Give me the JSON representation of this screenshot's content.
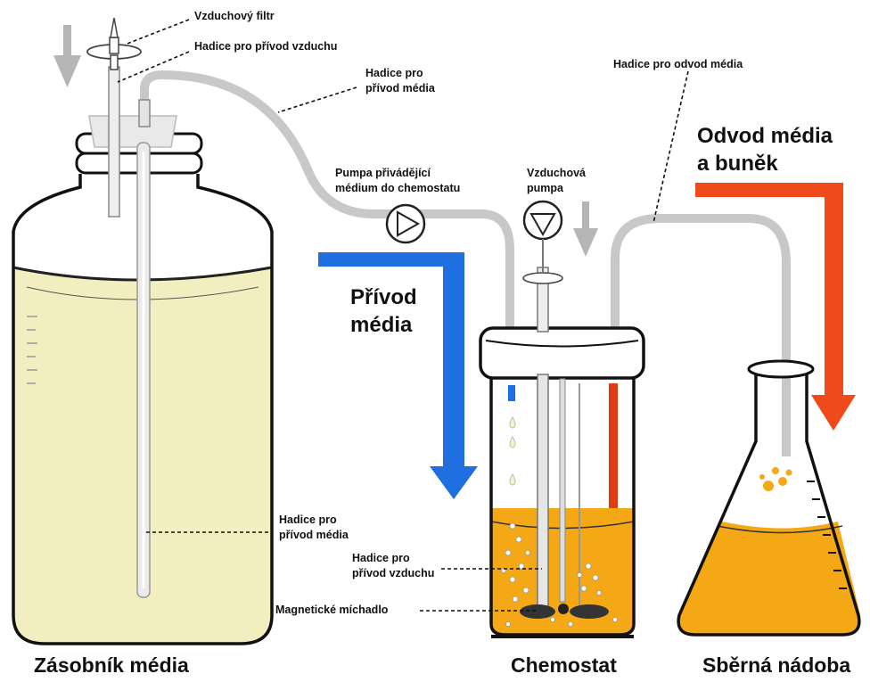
{
  "labels": {
    "air_filter": "Vzduchový filtr",
    "air_supply_hose_top": "Hadice pro přívod vzduchu",
    "medium_supply_hose_top": "Hadice pro\npřívod média",
    "medium_outlet_hose": "Hadice pro odvod média",
    "feed_pump": "Pumpa přivádějící\nmédium do chemostatu",
    "air_pump": "Vzduchová\npumpa",
    "medium_inflow": "Přívod\nmédia",
    "outflow": "Odvod média\na buněk",
    "medium_supply_hose_reservoir": "Hadice pro\npřívod média",
    "air_supply_hose_chemostat": "Hadice pro\npřívod vzduchu",
    "magnetic_stirrer": "Magnetické míchadlo"
  },
  "captions": {
    "reservoir": "Zásobník média",
    "chemostat": "Chemostat",
    "collection_vessel": "Sběrná nádoba"
  },
  "colors": {
    "inflow_arrow": "#1f6fe0",
    "outflow_arrow": "#ee4a1c",
    "medium_reservoir": "#f3eec0",
    "culture": "#f4a816",
    "tubing": "#c8c8c8",
    "air_arrow": "#b5b5b5"
  }
}
